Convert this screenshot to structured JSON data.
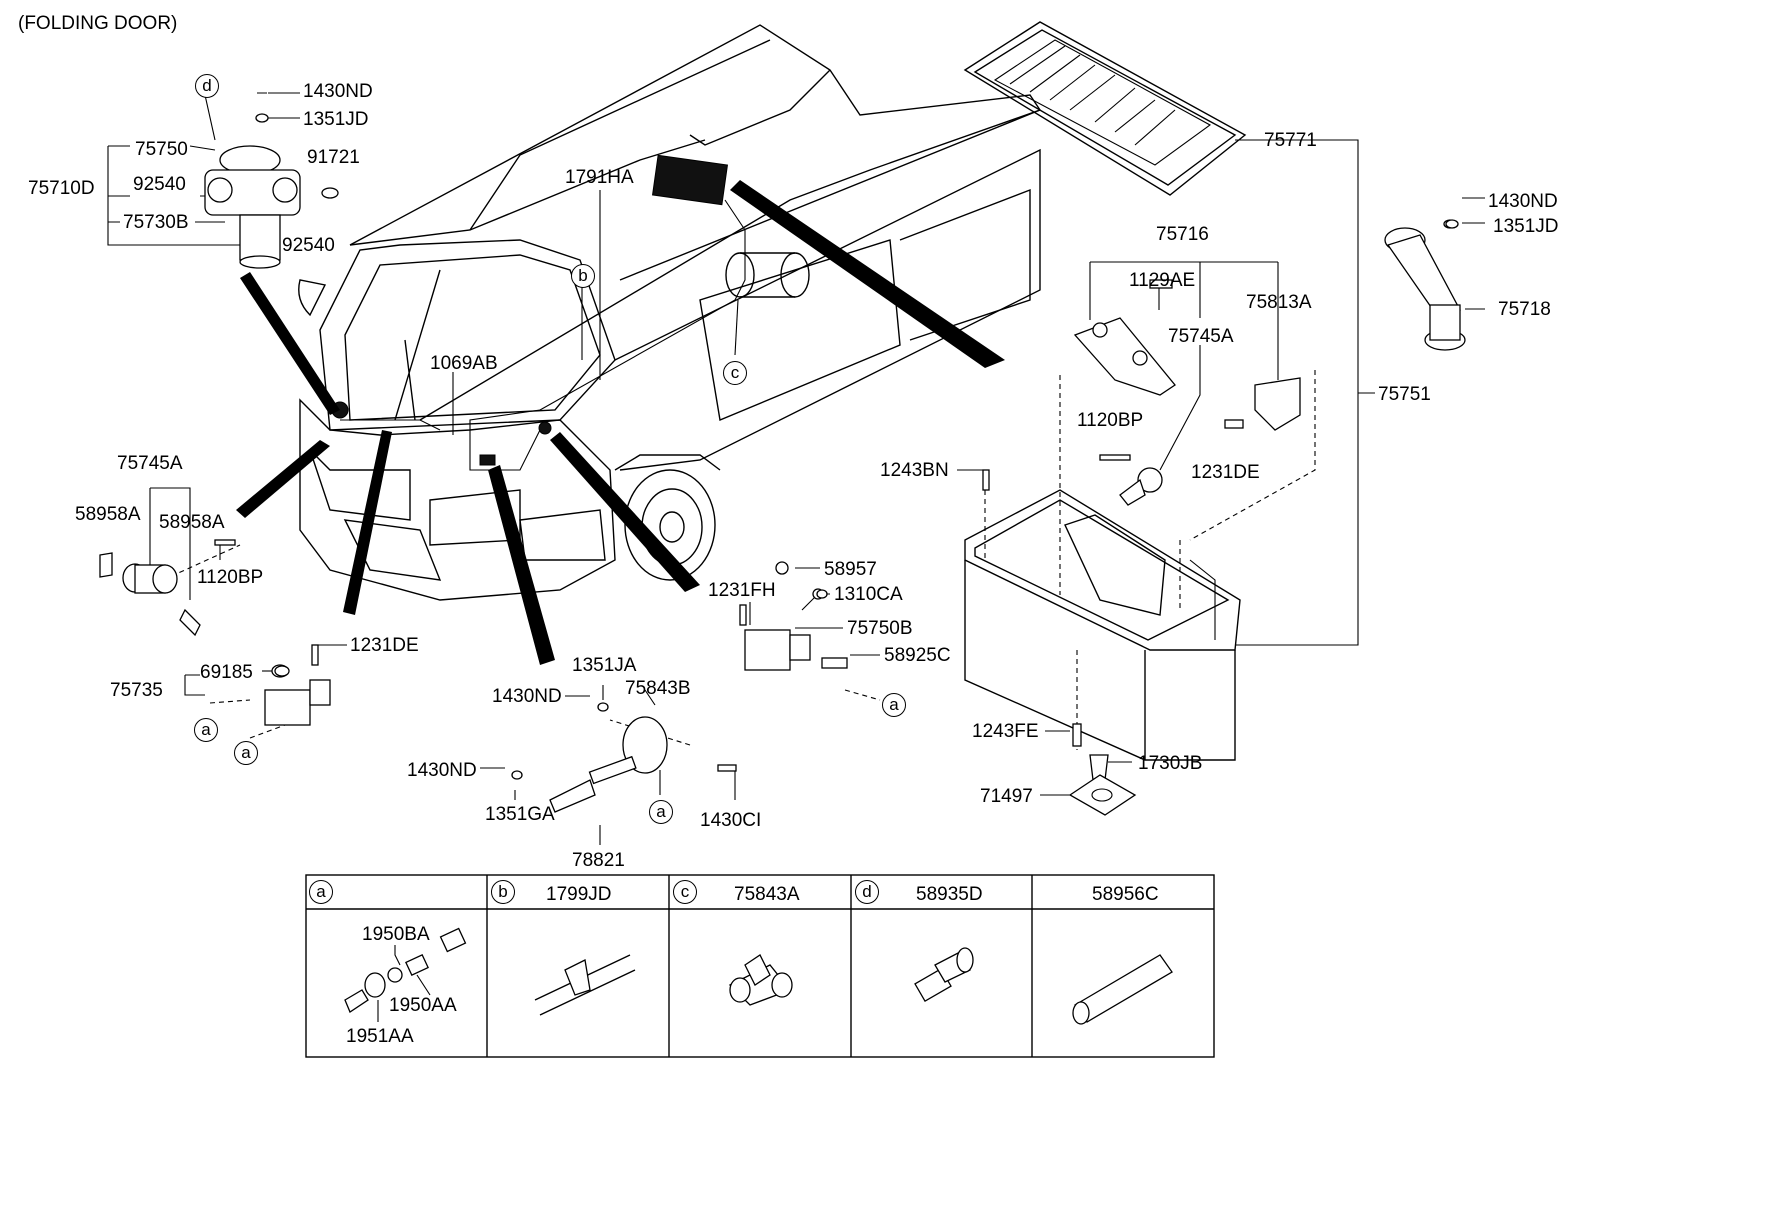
{
  "title": "(FOLDING DOOR)",
  "labels": {
    "l1430ND_a": "1430ND",
    "l1351JD_a": "1351JD",
    "l75750": "75750",
    "l91721": "91721",
    "l75710D": "75710D",
    "l92540_a": "92540",
    "l75730B": "75730B",
    "l92540_b": "92540",
    "l1791HA": "1791HA",
    "l1069AB": "1069AB",
    "l75771": "75771",
    "l1430ND_b": "1430ND",
    "l1351JD_b": "1351JD",
    "l75718": "75718",
    "l75716": "75716",
    "l1129AE": "1129AE",
    "l75813A": "75813A",
    "l75745A_r": "75745A",
    "l1120BP_r": "1120BP",
    "l1231DE_r": "1231DE",
    "l75751": "75751",
    "l1243BN": "1243BN",
    "l75745A_l": "75745A",
    "l58958A_1": "58958A",
    "l58958A_2": "58958A",
    "l1120BP_l": "1120BP",
    "l1231DE_l": "1231DE",
    "l69185": "69185",
    "l75735": "75735",
    "l58957": "58957",
    "l1231FH": "1231FH",
    "l1310CA": "1310CA",
    "l75750B": "75750B",
    "l58925C": "58925C",
    "l1351JA": "1351JA",
    "l1430ND_c": "1430ND",
    "l75843B": "75843B",
    "l1430ND_d": "1430ND",
    "l1351GA": "1351GA",
    "l1430CI": "1430CI",
    "l78821": "78821",
    "l1243FE": "1243FE",
    "l1730JB": "1730JB",
    "l71497": "71497"
  },
  "callouts": {
    "d": "d",
    "b": "b",
    "c": "c",
    "a1": "a",
    "a2": "a",
    "a3": "a",
    "a4": "a"
  },
  "legend_table": {
    "cells": [
      {
        "key": "a",
        "title": "",
        "parts": [
          "1950BA",
          "1950AA",
          "1951AA"
        ]
      },
      {
        "key": "b",
        "title": "1799JD",
        "parts": []
      },
      {
        "key": "c",
        "title": "75843A",
        "parts": []
      },
      {
        "key": "d",
        "title": "58935D",
        "parts": []
      },
      {
        "key": "",
        "title": "58956C",
        "parts": []
      }
    ]
  },
  "icons": [
    "bus-outline",
    "roof-hatch-grille",
    "compressor-tank",
    "door-engine",
    "valve",
    "cylinder",
    "storage-box",
    "tee-fitting",
    "nipple-fitting",
    "hose-tube"
  ]
}
